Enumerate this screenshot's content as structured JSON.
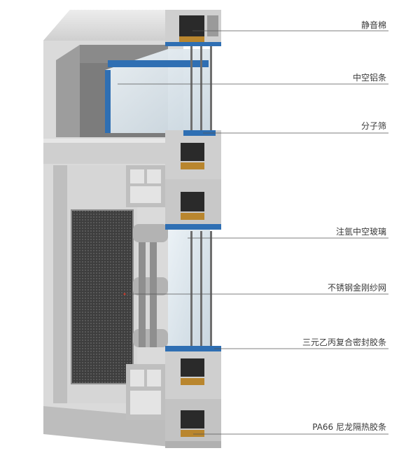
{
  "callouts": [
    {
      "id": "sound-insulation-wool",
      "label": "静音棉"
    },
    {
      "id": "hollow-aluminum-spacer",
      "label": "中空铝条"
    },
    {
      "id": "molecular-sieve",
      "label": "分子筛"
    },
    {
      "id": "argon-insulated-glass",
      "label": "注氩中空玻璃"
    },
    {
      "id": "stainless-steel-mesh",
      "label": "不锈钢金刚纱网"
    },
    {
      "id": "epdm-seal-strip",
      "label": "三元乙丙复合密封胶条"
    },
    {
      "id": "pa66-thermal-break-strip",
      "label": "PA66 尼龙隔热胶条"
    }
  ],
  "colors": {
    "frame_face": "#dcdcdc",
    "frame_side": "#c4c4c4",
    "frame_shadow": "#a7a7a7",
    "inner_cavity": "#8c8c8c",
    "blue_seal": "#2f6fb3",
    "insulation": "#2a2a2a",
    "nylon_strip": "#b9862e",
    "glass": "#d8e4ec",
    "mesh": "#4a4a4a",
    "leader_line": "#555555"
  }
}
